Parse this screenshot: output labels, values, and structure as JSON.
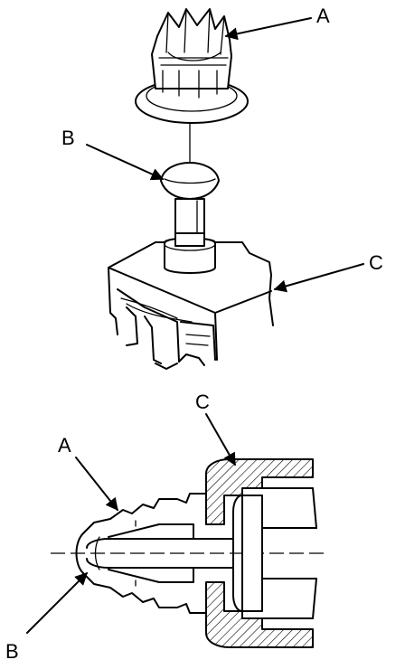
{
  "labels": {
    "top_a": "A",
    "top_b": "B",
    "top_c": "C",
    "sec_a": "A",
    "sec_b": "B",
    "sec_c": "C"
  },
  "colors": {
    "ink": "#000000",
    "background": "#ffffff"
  }
}
